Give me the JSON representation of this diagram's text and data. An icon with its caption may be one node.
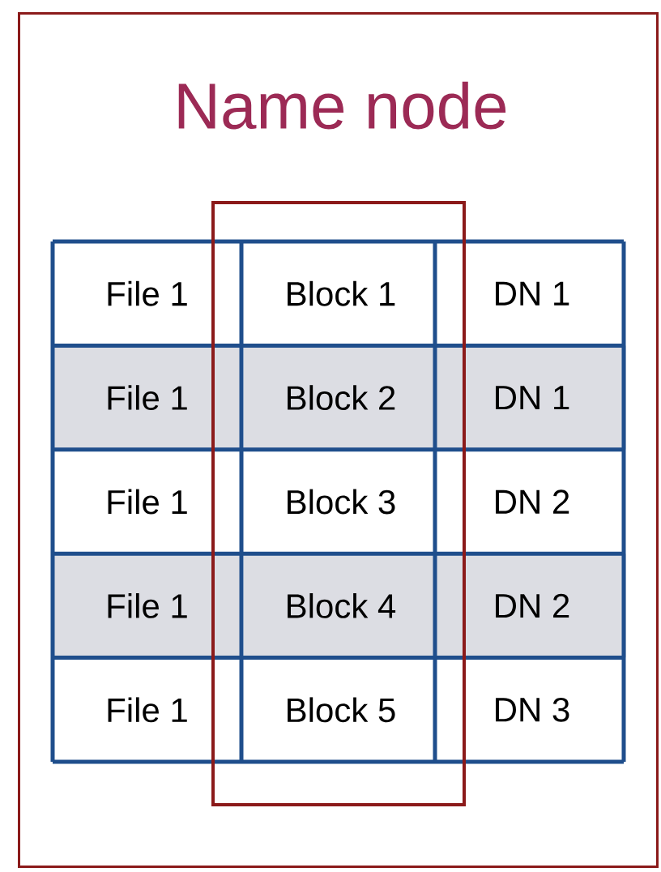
{
  "diagram": {
    "nodes": [
      {
        "text": [
          "Name node"
        ]
      }
    ],
    "labels": [
      "File 1",
      "Block 1",
      "DN 1",
      "File 1",
      "Block 2",
      "DN 1",
      "File 1",
      "Block 3",
      "DN 2",
      "File 1",
      "Block 4",
      "DN 2",
      "File 1",
      "Block 5",
      "DN 3"
    ]
  }
}
